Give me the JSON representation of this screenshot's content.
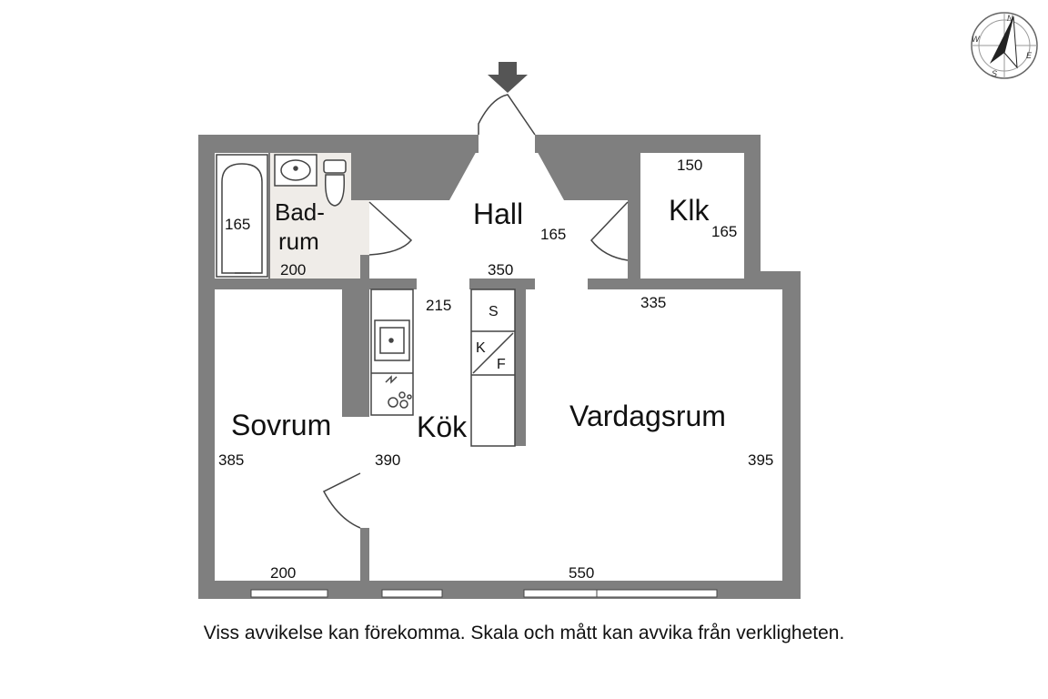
{
  "rooms": {
    "hall": "Hall",
    "klk": "Klk",
    "badrum_line1": "Bad-",
    "badrum_line2": "rum",
    "kok": "Kök",
    "sovrum": "Sovrum",
    "vardagsrum": "Vardagsrum"
  },
  "dimensions": {
    "bath_tub": "165",
    "bath_width": "200",
    "hall_depth": "165",
    "klk_width": "150",
    "klk_depth": "165",
    "hall_width": "350",
    "kitchen_depth": "215",
    "living_top": "335",
    "kitchen_length": "390",
    "bedroom_depth": "385",
    "living_depth": "395",
    "bedroom_width": "200",
    "living_width": "550"
  },
  "appliances": {
    "s": "S",
    "k": "K",
    "f": "F"
  },
  "compass": {
    "n": "N",
    "w": "W",
    "s": "S",
    "e": "E"
  },
  "colors": {
    "wall": "#7f7f7f",
    "bath_floor": "#efece8"
  },
  "disclaimer": "Viss avvikelse kan förekomma. Skala och mått kan avvika från verkligheten."
}
